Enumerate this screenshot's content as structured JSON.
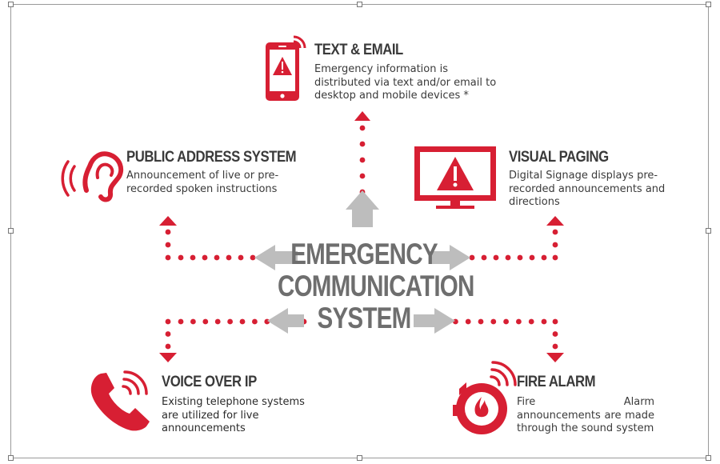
{
  "center": {
    "line1": "EMERGENCY",
    "line2": "COMMUNICATION",
    "line3": "SYSTEM"
  },
  "nodes": {
    "text_email": {
      "title": "TEXT & EMAIL",
      "desc": "Emergency information is distributed via text and/or email to desktop and mobile devices *"
    },
    "public_address": {
      "title": "PUBLIC ADDRESS SYSTEM",
      "desc": "Announcement of live or pre-recorded spoken instructions"
    },
    "visual_paging": {
      "title": "VISUAL PAGING",
      "desc": "Digital Signage displays pre-recorded announcements and directions"
    },
    "voip": {
      "title": "VOICE OVER IP",
      "desc": "Existing telephone systems are utilized for live announcements"
    },
    "fire_alarm": {
      "title": "FIRE ALARM",
      "desc": "Fire Alarm announcements are made through the sound system"
    }
  },
  "colors": {
    "accent_red": "#d71f33",
    "gray_arrow": "#bdbdbd",
    "title_text": "#3a3a3a",
    "center_text": "#6e6e6e"
  },
  "icons": [
    "smartphone-alert-icon",
    "ear-icon",
    "monitor-alert-icon",
    "phone-icon",
    "fire-alarm-icon"
  ]
}
